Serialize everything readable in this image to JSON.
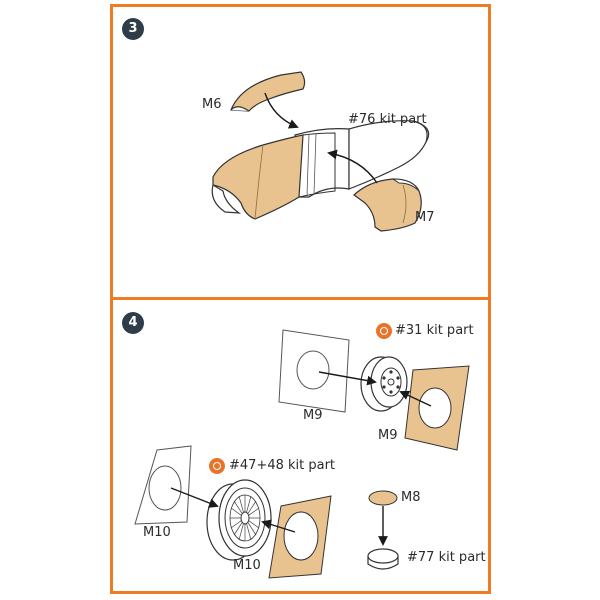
{
  "steps": {
    "step3": {
      "number": "3",
      "labels": {
        "m6": "M6",
        "kit76": "#76 kit part",
        "m7": "M7"
      }
    },
    "step4": {
      "number": "4",
      "labels": {
        "kit31": "#31 kit part",
        "m9_mask": "M9",
        "m9_part": "M9",
        "kit4748": "#47+48 kit part",
        "m10_mask": "M10",
        "m10_part": "M10",
        "m8": "M8",
        "kit77": "#77 kit part"
      }
    }
  },
  "colors": {
    "frame": "#ef7b22",
    "resin": "#e8c38f",
    "step_badge": "#2f3d4a",
    "kit_badge": "#e8742a"
  }
}
